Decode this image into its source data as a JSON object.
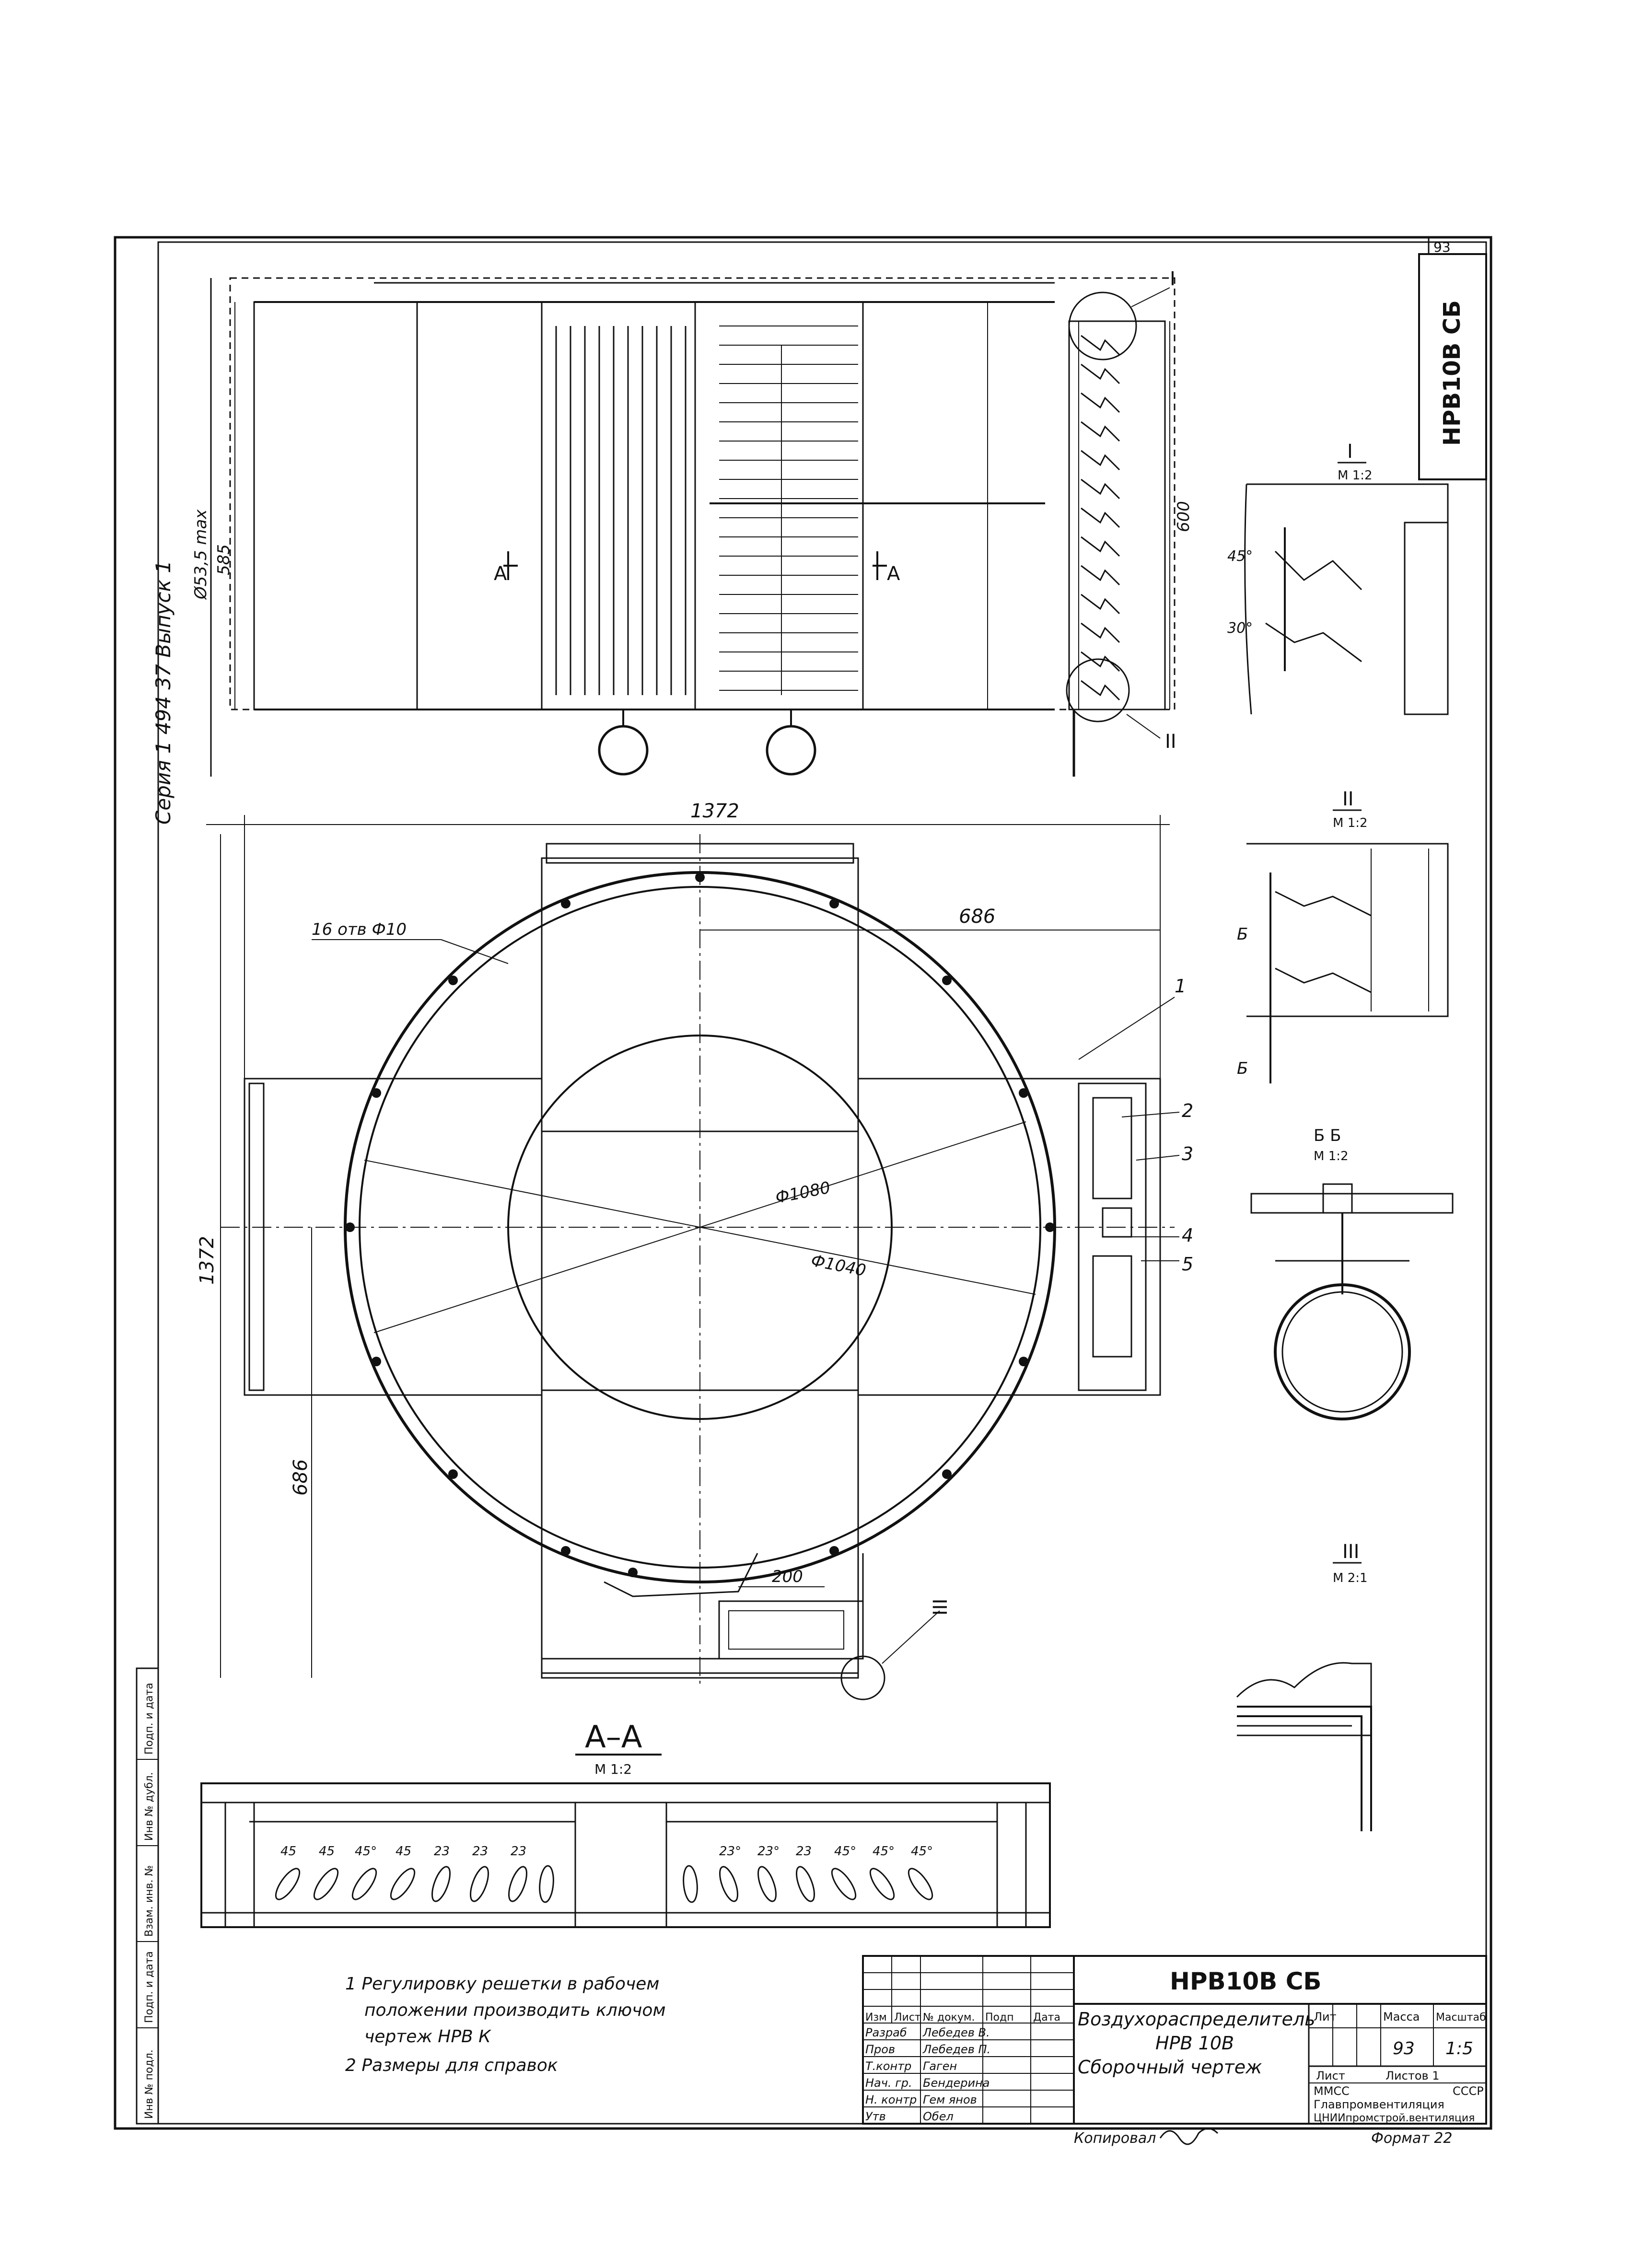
{
  "sheet": {
    "number": "93",
    "side_code": "НРВ10В СБ",
    "series_text": "Серия 1 494 37  Выпуск 1",
    "copied_label": "Копировал",
    "format_label": "Формат 22"
  },
  "top_view": {
    "section_mark_left": "А",
    "section_mark_right": "А",
    "dim_height_total": "Ø53,5 max",
    "dim_height_inner": "585",
    "dim_right": "600",
    "callout_1": "I",
    "callout_2": "II"
  },
  "plan_view": {
    "dim_width": "1372",
    "dim_height": "1372",
    "dim_half_right": "686",
    "dim_half_bottom": "686",
    "dim_small": "200",
    "holes_note": "16 отв Ф10",
    "dia_outer": "Ф1080",
    "dia_inner": "Ф1040",
    "callout_3": "III",
    "positions": [
      "1",
      "2",
      "3",
      "4",
      "5"
    ]
  },
  "details": {
    "detail_1_title": "I",
    "detail_1_scale": "М 1:2",
    "detail_1_angles": [
      "45°",
      "30°"
    ],
    "detail_2_title": "II",
    "detail_2_scale": "М 1:2",
    "detail_2_marks": [
      "Б",
      "Б"
    ],
    "detail_bb_title": "Б Б",
    "detail_bb_scale": "М 1:2",
    "detail_3_title": "III",
    "detail_3_scale": "М 2:1"
  },
  "section_aa": {
    "title": "А–А",
    "scale": "М 1:2",
    "angles_left": [
      "45",
      "45",
      "45°",
      "45",
      "23",
      "23",
      "23"
    ],
    "angles_right": [
      "23°",
      "23°",
      "23",
      "45°",
      "45°",
      "45°"
    ]
  },
  "notes": [
    "1  Регулировку решетки в рабочем",
    "положении производить ключом",
    "чертеж НРВ К",
    "2  Размеры для справок"
  ],
  "left_stamp": [
    "Инв № подл.",
    "Подп. и дата",
    "Взам. инв. №",
    "Инв № дубл.",
    "Подп. и дата"
  ],
  "title_block": {
    "code": "НРВ10В СБ",
    "name_line1": "Воздухораспределитель",
    "name_line2": "НРВ 10В",
    "name_line3": "Сборочный чертеж",
    "col_lit": "Лит",
    "col_mass": "Масса",
    "col_scale": "Масштаб",
    "mass_value": "93",
    "scale_value": "1:5",
    "sheet_label": "Лист",
    "sheets_label": "Листов 1",
    "org_line1": "ММСС",
    "org_line1b": "СССР",
    "org_line2": "Главпромвентиляция",
    "org_line3": "ЦНИИпромстрой.вентиляция",
    "header_cells": [
      "Изм",
      "Лист",
      "№ докум.",
      "Подп",
      "Дата"
    ],
    "rows": [
      {
        "role": "Разраб",
        "name": "Лебедев В."
      },
      {
        "role": "Пров",
        "name": "Лебедев П."
      },
      {
        "role": "Т.контр",
        "name": "Гаген"
      },
      {
        "role": "Нач. гр.",
        "name": "Бендерина"
      },
      {
        "role": "Н. контр",
        "name": "Гем янов"
      },
      {
        "role": "Утв",
        "name": "Обел"
      }
    ]
  }
}
